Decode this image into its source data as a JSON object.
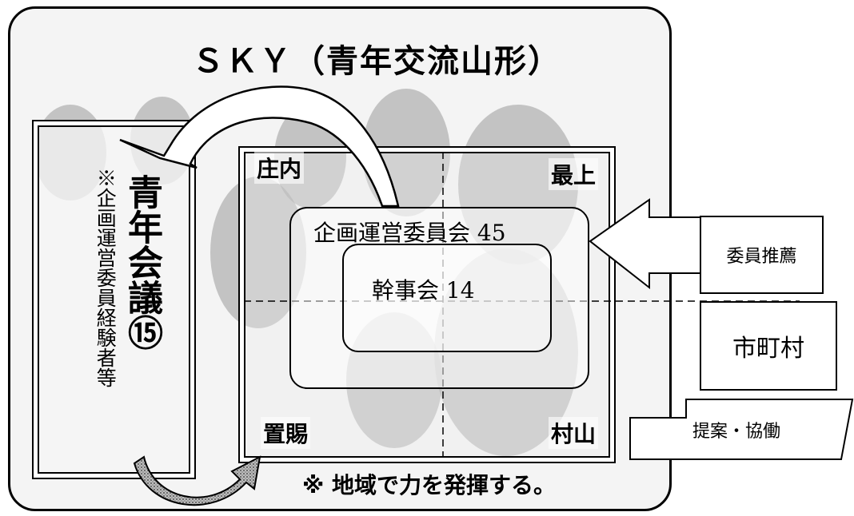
{
  "title": "ＳＫＹ（青年交流山形）",
  "council": {
    "title": "青年会議⑮",
    "note": "※企画運営委員経験者等"
  },
  "regions": {
    "shonai": "庄内",
    "mogami": "最上",
    "okitama": "置賜",
    "murayama": "村山"
  },
  "committee": {
    "label": "企画運営委員会 45"
  },
  "executive": {
    "label": "幹事会 14"
  },
  "recommendation": {
    "label": "委員推薦"
  },
  "municipality": {
    "label": "市町村"
  },
  "collaboration": {
    "label": "提案・協働"
  },
  "bottom_note": "※ 地域で力を発揮する。",
  "colors": {
    "border": "#000000",
    "background": "#f4f4f4",
    "photo_gray": "#9a9a9a",
    "arrow_fill": "#ffffff",
    "arrow_hatch": "#8a8a8a"
  }
}
